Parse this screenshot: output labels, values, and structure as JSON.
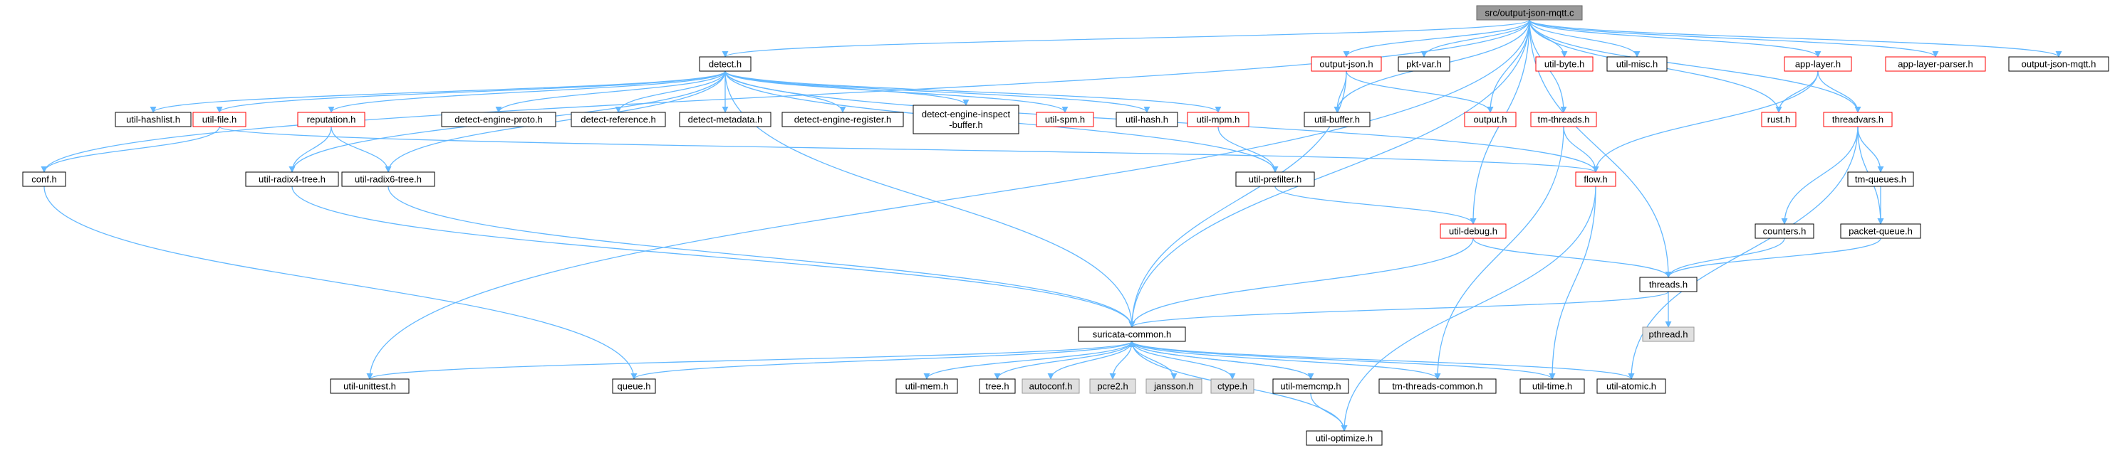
{
  "graph": {
    "colors": {
      "edge": "#63b8ff",
      "root_fill": "#999999",
      "root_border": "#666666",
      "node_fill": "#ffffff",
      "node_border": "#000000",
      "red_border": "#ff0000",
      "gray_fill": "#e0e0e0",
      "gray_border": "#999999",
      "text": "#000000"
    },
    "nodes": [
      {
        "id": "root",
        "label": "src/output-json-mqtt.c",
        "style": "root"
      },
      {
        "id": "detect",
        "label": "detect.h",
        "style": "plain"
      },
      {
        "id": "output_json",
        "label": "output-json.h",
        "style": "red"
      },
      {
        "id": "pkt_var",
        "label": "pkt-var.h",
        "style": "plain"
      },
      {
        "id": "util_byte",
        "label": "util-byte.h",
        "style": "red"
      },
      {
        "id": "util_misc",
        "label": "util-misc.h",
        "style": "plain"
      },
      {
        "id": "app_layer",
        "label": "app-layer.h",
        "style": "red"
      },
      {
        "id": "app_layer_parser",
        "label": "app-layer-parser.h",
        "style": "red"
      },
      {
        "id": "output_json_mqtt",
        "label": "output-json-mqtt.h",
        "style": "plain"
      },
      {
        "id": "util_hashlist",
        "label": "util-hashlist.h",
        "style": "plain"
      },
      {
        "id": "util_file",
        "label": "util-file.h",
        "style": "red"
      },
      {
        "id": "reputation",
        "label": "reputation.h",
        "style": "red"
      },
      {
        "id": "detect_engine_proto",
        "label": "detect-engine-proto.h",
        "style": "plain"
      },
      {
        "id": "detect_reference",
        "label": "detect-reference.h",
        "style": "plain"
      },
      {
        "id": "detect_metadata",
        "label": "detect-metadata.h",
        "style": "plain"
      },
      {
        "id": "detect_engine_register",
        "label": "detect-engine-register.h",
        "style": "plain"
      },
      {
        "id": "detect_engine_inspect_buffer",
        "label": [
          "detect-engine-inspect",
          "-buffer.h"
        ],
        "style": "plain"
      },
      {
        "id": "util_spm",
        "label": "util-spm.h",
        "style": "red"
      },
      {
        "id": "util_hash",
        "label": "util-hash.h",
        "style": "plain"
      },
      {
        "id": "util_mpm",
        "label": "util-mpm.h",
        "style": "red"
      },
      {
        "id": "util_buffer",
        "label": "util-buffer.h",
        "style": "plain"
      },
      {
        "id": "output",
        "label": "output.h",
        "style": "red"
      },
      {
        "id": "tm_threads",
        "label": "tm-threads.h",
        "style": "red"
      },
      {
        "id": "rust",
        "label": "rust.h",
        "style": "red"
      },
      {
        "id": "threadvars",
        "label": "threadvars.h",
        "style": "red"
      },
      {
        "id": "conf",
        "label": "conf.h",
        "style": "plain"
      },
      {
        "id": "util_radix4",
        "label": "util-radix4-tree.h",
        "style": "plain"
      },
      {
        "id": "util_radix6",
        "label": "util-radix6-tree.h",
        "style": "plain"
      },
      {
        "id": "util_prefilter",
        "label": "util-prefilter.h",
        "style": "plain"
      },
      {
        "id": "flow",
        "label": "flow.h",
        "style": "red"
      },
      {
        "id": "tm_queues",
        "label": "tm-queues.h",
        "style": "plain"
      },
      {
        "id": "util_debug",
        "label": "util-debug.h",
        "style": "red"
      },
      {
        "id": "counters",
        "label": "counters.h",
        "style": "plain"
      },
      {
        "id": "packet_queue",
        "label": "packet-queue.h",
        "style": "plain"
      },
      {
        "id": "threads",
        "label": "threads.h",
        "style": "plain"
      },
      {
        "id": "pthread",
        "label": "pthread.h",
        "style": "gray"
      },
      {
        "id": "suricata_common",
        "label": "suricata-common.h",
        "style": "plain"
      },
      {
        "id": "util_unittest",
        "label": "util-unittest.h",
        "style": "plain"
      },
      {
        "id": "queue",
        "label": "queue.h",
        "style": "plain"
      },
      {
        "id": "util_mem",
        "label": "util-mem.h",
        "style": "plain"
      },
      {
        "id": "tree",
        "label": "tree.h",
        "style": "plain"
      },
      {
        "id": "autoconf",
        "label": "autoconf.h",
        "style": "gray"
      },
      {
        "id": "pcre2",
        "label": "pcre2.h",
        "style": "gray"
      },
      {
        "id": "jansson",
        "label": "jansson.h",
        "style": "gray"
      },
      {
        "id": "ctype",
        "label": "ctype.h",
        "style": "gray"
      },
      {
        "id": "util_memcmp",
        "label": "util-memcmp.h",
        "style": "plain"
      },
      {
        "id": "tm_threads_common",
        "label": "tm-threads-common.h",
        "style": "plain"
      },
      {
        "id": "util_time",
        "label": "util-time.h",
        "style": "plain"
      },
      {
        "id": "util_atomic",
        "label": "util-atomic.h",
        "style": "plain"
      },
      {
        "id": "util_optimize",
        "label": "util-optimize.h",
        "style": "plain"
      }
    ],
    "edges": [
      [
        "root",
        "detect"
      ],
      [
        "root",
        "output_json"
      ],
      [
        "root",
        "pkt_var"
      ],
      [
        "root",
        "util_byte"
      ],
      [
        "root",
        "util_misc"
      ],
      [
        "root",
        "app_layer"
      ],
      [
        "root",
        "app_layer_parser"
      ],
      [
        "root",
        "output_json_mqtt"
      ],
      [
        "root",
        "util_buffer"
      ],
      [
        "root",
        "output"
      ],
      [
        "root",
        "tm_threads"
      ],
      [
        "root",
        "rust"
      ],
      [
        "root",
        "threadvars"
      ],
      [
        "root",
        "util_debug"
      ],
      [
        "root",
        "threads"
      ],
      [
        "root",
        "conf"
      ],
      [
        "root",
        "util_unittest"
      ],
      [
        "root",
        "suricata_common"
      ],
      [
        "detect",
        "util_hashlist"
      ],
      [
        "detect",
        "util_file"
      ],
      [
        "detect",
        "reputation"
      ],
      [
        "detect",
        "detect_engine_proto"
      ],
      [
        "detect",
        "detect_reference"
      ],
      [
        "detect",
        "detect_metadata"
      ],
      [
        "detect",
        "detect_engine_register"
      ],
      [
        "detect",
        "detect_engine_inspect_buffer"
      ],
      [
        "detect",
        "util_spm"
      ],
      [
        "detect",
        "util_hash"
      ],
      [
        "detect",
        "util_mpm"
      ],
      [
        "detect",
        "util_prefilter"
      ],
      [
        "detect",
        "util_radix4"
      ],
      [
        "detect",
        "util_radix6"
      ],
      [
        "detect",
        "flow"
      ],
      [
        "detect",
        "suricata_common"
      ],
      [
        "output_json",
        "util_buffer"
      ],
      [
        "output_json",
        "output"
      ],
      [
        "output_json",
        "suricata_common"
      ],
      [
        "app_layer",
        "rust"
      ],
      [
        "app_layer",
        "threadvars"
      ],
      [
        "app_layer",
        "flow"
      ],
      [
        "util_file",
        "conf"
      ],
      [
        "util_file",
        "flow"
      ],
      [
        "reputation",
        "util_radix4"
      ],
      [
        "reputation",
        "util_radix6"
      ],
      [
        "util_mpm",
        "util_prefilter"
      ],
      [
        "tm_threads",
        "flow"
      ],
      [
        "tm_threads",
        "tm_threads_common"
      ],
      [
        "threadvars",
        "tm_queues"
      ],
      [
        "threadvars",
        "counters"
      ],
      [
        "threadvars",
        "packet_queue"
      ],
      [
        "threadvars",
        "util_atomic"
      ],
      [
        "conf",
        "queue"
      ],
      [
        "util_radix4",
        "suricata_common"
      ],
      [
        "util_radix6",
        "suricata_common"
      ],
      [
        "util_prefilter",
        "util_debug"
      ],
      [
        "flow",
        "util_time"
      ],
      [
        "flow",
        "util_optimize"
      ],
      [
        "tm_queues",
        "packet_queue"
      ],
      [
        "util_debug",
        "threads"
      ],
      [
        "util_debug",
        "suricata_common"
      ],
      [
        "counters",
        "threads"
      ],
      [
        "packet_queue",
        "threads"
      ],
      [
        "threads",
        "pthread"
      ],
      [
        "threads",
        "suricata_common"
      ],
      [
        "suricata_common",
        "util_unittest"
      ],
      [
        "suricata_common",
        "queue"
      ],
      [
        "suricata_common",
        "util_mem"
      ],
      [
        "suricata_common",
        "tree"
      ],
      [
        "suricata_common",
        "autoconf"
      ],
      [
        "suricata_common",
        "pcre2"
      ],
      [
        "suricata_common",
        "jansson"
      ],
      [
        "suricata_common",
        "ctype"
      ],
      [
        "suricata_common",
        "util_memcmp"
      ],
      [
        "suricata_common",
        "tm_threads_common"
      ],
      [
        "suricata_common",
        "util_time"
      ],
      [
        "suricata_common",
        "util_atomic"
      ],
      [
        "suricata_common",
        "util_optimize"
      ],
      [
        "util_memcmp",
        "suricata_common"
      ],
      [
        "util_memcmp",
        "util_optimize"
      ]
    ]
  }
}
